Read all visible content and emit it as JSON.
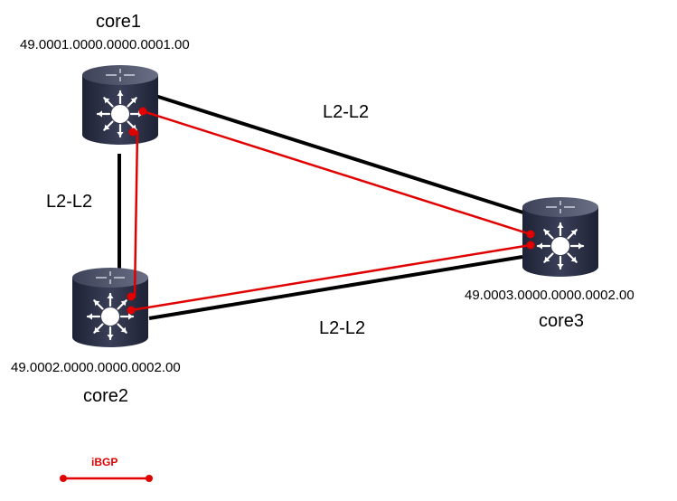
{
  "nodes": [
    {
      "id": "core1",
      "name": "core1",
      "address": "49.0001.0000.0000.0001.00",
      "icon": "router-icon"
    },
    {
      "id": "core2",
      "name": "core2",
      "address": "49.0002.0000.0000.0002.00",
      "icon": "router-icon"
    },
    {
      "id": "core3",
      "name": "core3",
      "address": "49.0003.0000.0000.0002.00",
      "icon": "router-icon"
    }
  ],
  "links": [
    {
      "from": "core1",
      "to": "core3",
      "label": "L2-L2"
    },
    {
      "from": "core1",
      "to": "core2",
      "label": "L2-L2"
    },
    {
      "from": "core2",
      "to": "core3",
      "label": "L2-L2"
    }
  ],
  "sessions": [
    {
      "from": "core1",
      "to": "core2",
      "type": "iBGP"
    },
    {
      "from": "core1",
      "to": "core3",
      "type": "iBGP"
    },
    {
      "from": "core2",
      "to": "core3",
      "type": "iBGP"
    }
  ],
  "legend": {
    "label": "iBGP"
  },
  "colors": {
    "physical_link": "#000000",
    "ibgp_session": "#e00000",
    "router_body": "#2b2f45",
    "router_top": "#4a4f66"
  }
}
